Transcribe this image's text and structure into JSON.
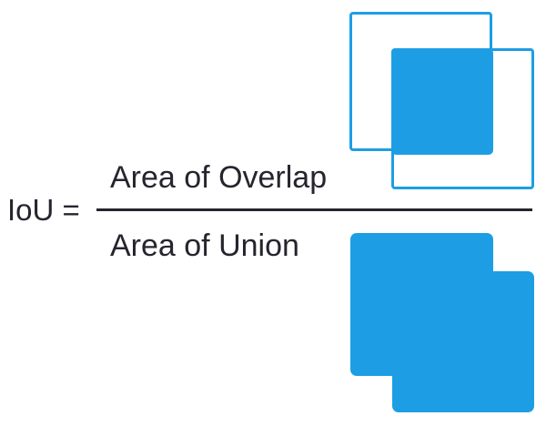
{
  "figure": {
    "formula": {
      "lhs": "IoU =",
      "numerator": "Area of Overlap",
      "denominator": "Area of Union"
    },
    "colors": {
      "box_blue": "#1d9ee4",
      "text_dark": "#26252e",
      "background": "#ffffff"
    }
  }
}
